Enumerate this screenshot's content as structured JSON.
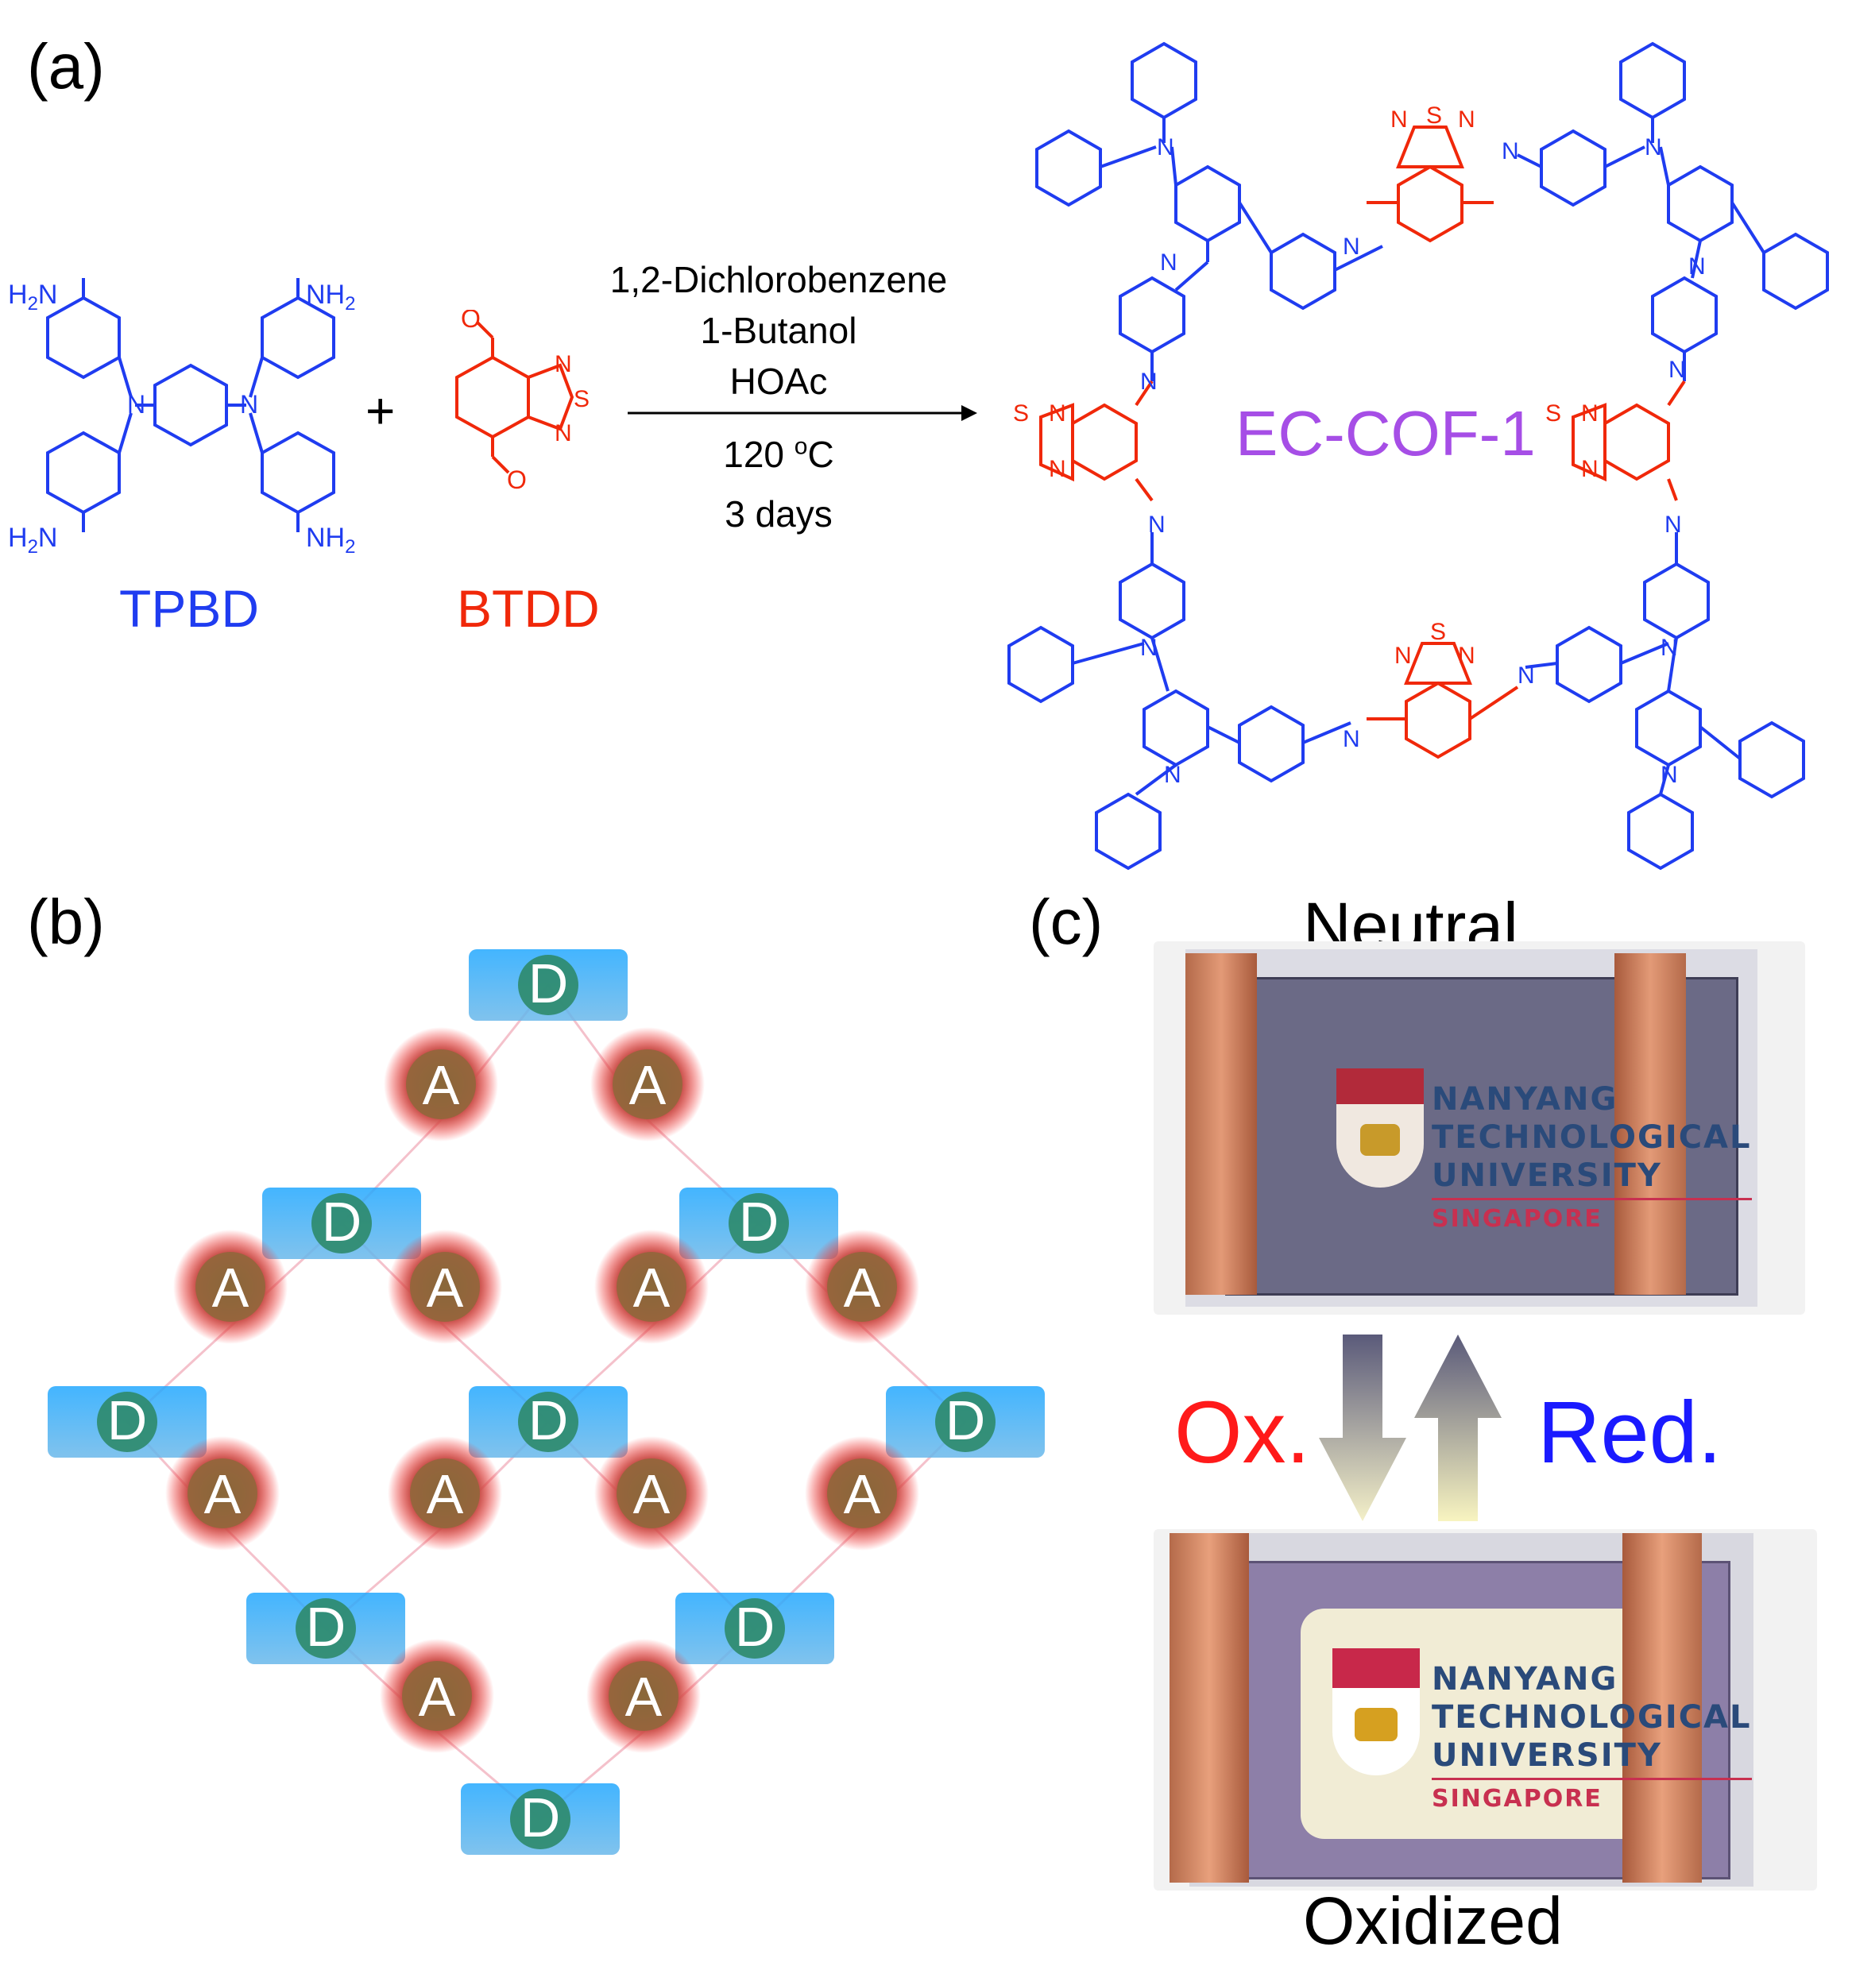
{
  "panels": {
    "a": "(a)",
    "b": "(b)",
    "c": "(c)"
  },
  "reactants": {
    "tpbd": "TPBD",
    "btdd": "BTDD",
    "plus": "+",
    "nh2": "NH",
    "nh2_sub": "2",
    "h2n_h": "H",
    "h2n_sub": "2",
    "h2n_n": "N",
    "n": "N",
    "s": "S",
    "o": "O"
  },
  "conditions": [
    "1,2-Dichlorobenzene",
    "1-Butanol",
    "HOAc"
  ],
  "temperature": {
    "value": "120 ",
    "sup": "o",
    "unit": "C"
  },
  "duration": "3 days",
  "product": "EC-COF-1",
  "model_labels": {
    "donor": "D",
    "acceptor": "A"
  },
  "states": {
    "neutral": "Neutral",
    "oxidized": "Oxidized"
  },
  "switch": {
    "ox": "Ox.",
    "red": "Red."
  },
  "ntu_logo": {
    "line1": "NANYANG",
    "line2": "TECHNOLOGICAL",
    "line3": "UNIVERSITY",
    "line4": "SINGAPORE"
  },
  "colors": {
    "donor": "#1f3cf0",
    "acceptor": "#f0280a",
    "product_label": "#a64ee6",
    "ox": "#ff1a1a",
    "red": "#1a1aff"
  }
}
